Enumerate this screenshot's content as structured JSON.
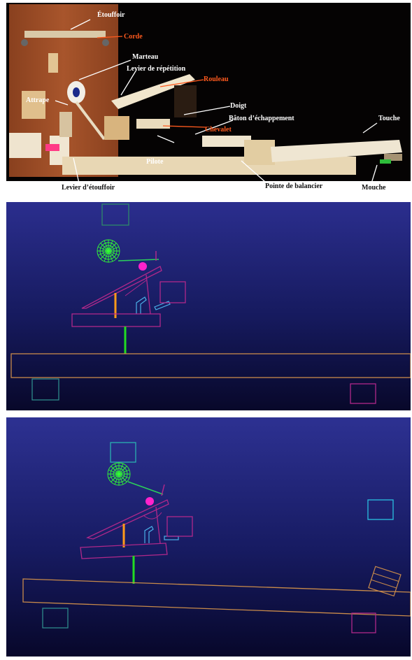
{
  "photo": {
    "labels": {
      "etouffoir": "Étouffoir",
      "corde": "Corde",
      "marteau": "Marteau",
      "levier_repetition": "Levier de répétition",
      "rouleau": "Rouleau",
      "attrape": "Attrape",
      "doigt": "Doigt",
      "baton_echappement": "Bâton d’échappement",
      "chevalet": "Chevalet",
      "touche": "Touche",
      "pilote": "Pilote",
      "levier_etouffoir": "Levier d’étouffoir",
      "pointe_balancier": "Pointe de balancier",
      "mouche": "Mouche"
    }
  },
  "colors": {
    "white_label": "#ffffff",
    "red_label": "#ff5a1e",
    "black_label": "#111111",
    "hammer_green": "#33ff33",
    "pilot_green": "#22dd22",
    "magenta": "#ff22cc",
    "orange_stick": "#ff9a1a",
    "key_outline": "#c88a4a",
    "purple_lever": "#b0288a",
    "teal_box": "#2e8a8a",
    "cyan_box": "#2ac0e0"
  }
}
